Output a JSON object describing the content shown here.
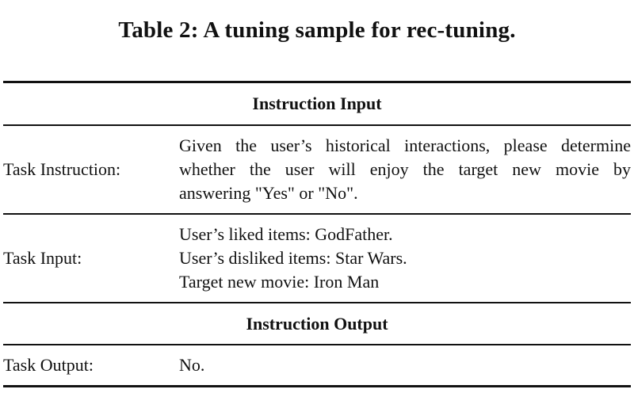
{
  "caption": "Table 2: A tuning sample for rec-tuning.",
  "sections": {
    "input_header": "Instruction Input",
    "output_header": "Instruction Output"
  },
  "rows": {
    "task_instruction": {
      "label": "Task Instruction:",
      "lines": [
        "Given the user’s historical interactions, please determine",
        "whether the user will enjoy the target new movie by",
        "answering \"Yes\" or \"No\"."
      ]
    },
    "task_input": {
      "label": "Task Input:",
      "lines": [
        "User’s liked items: GodFather.",
        "User’s disliked items: Star Wars.",
        "Target new movie: Iron Man"
      ]
    },
    "task_output": {
      "label": "Task Output:",
      "value": "No."
    }
  }
}
